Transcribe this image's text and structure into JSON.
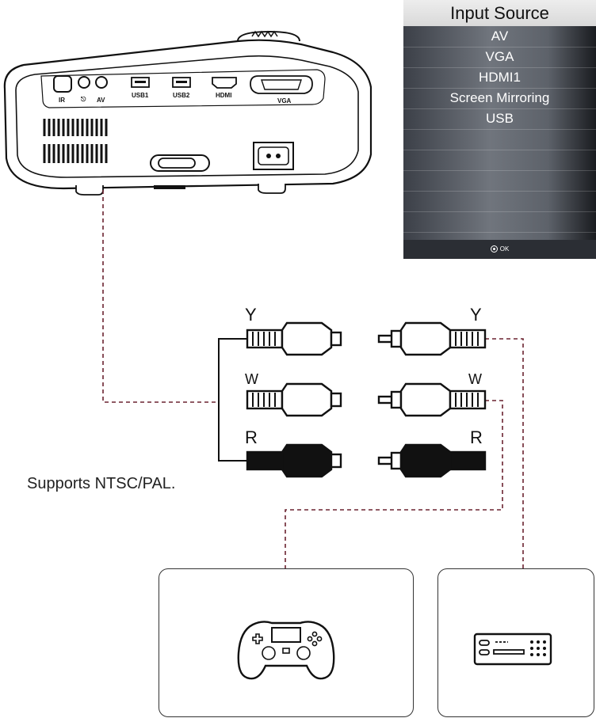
{
  "projector": {
    "port_labels": {
      "ir": "IR",
      "av": "AV",
      "usb1": "USB1",
      "usb2": "USB2",
      "hdmi": "HDMI",
      "vga": "VGA"
    }
  },
  "menu": {
    "title": "Input Source",
    "items": [
      "AV",
      "VGA",
      "HDMI1",
      "Screen Mirroring",
      "USB"
    ],
    "empty_rows": 6,
    "footer_label": "OK"
  },
  "cables": {
    "left": {
      "yellow": "Y",
      "white": "W",
      "red": "R"
    },
    "right": {
      "yellow": "Y",
      "white": "W",
      "red": "R"
    }
  },
  "caption": "Supports NTSC/PAL.",
  "devices": [
    {
      "icon": "gamepad-icon"
    },
    {
      "icon": "dvd-player-icon"
    }
  ],
  "colors": {
    "dashed_line": "#6b2330",
    "menu_header": "#e6e6e6",
    "menu_body": "#5f646c"
  }
}
